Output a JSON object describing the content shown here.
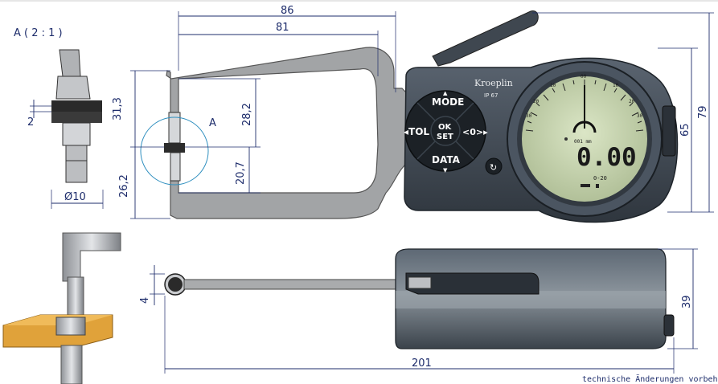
{
  "detail_label": "A ( 2 : 1 )",
  "detail_marker": "A",
  "dimensions": {
    "overall_width_86": "86",
    "inner_81": "81",
    "depth_31_3": "31,3",
    "upper_28_2": "28,2",
    "lower_26_2": "26,2",
    "lower_20_7": "20,7",
    "height_79": "79",
    "height_65": "65",
    "anvil_2": "2",
    "diameter_10": "Ø10",
    "thickness_4": "4",
    "length_201": "201",
    "side_height_39": "39"
  },
  "device": {
    "brand": "Kroeplin",
    "ip_rating": "IP 67",
    "buttons": {
      "mode": "MODE",
      "data": "DATA",
      "tol": "◂TOL",
      "zero": "<0>▸",
      "ok": "OK",
      "set": "SET"
    },
    "display": {
      "reading": "0.00",
      "resolution": "001 mm",
      "range": "0-20",
      "scale_top": "00",
      "scale_10_left": "10",
      "scale_10_right": "10",
      "scale_20_left": "20",
      "scale_20_right": "20",
      "scale_30_left": "30",
      "scale_30_right": "30"
    }
  },
  "footer_note": "technische Änderungen vorbehalten",
  "colors": {
    "dimension": "#1d2c6b",
    "body_dark": "#3d4652",
    "frame_grey": "#9a9c9e",
    "lcd_green": "#c9d8b4",
    "workpiece_orange": "#e0a23a"
  }
}
